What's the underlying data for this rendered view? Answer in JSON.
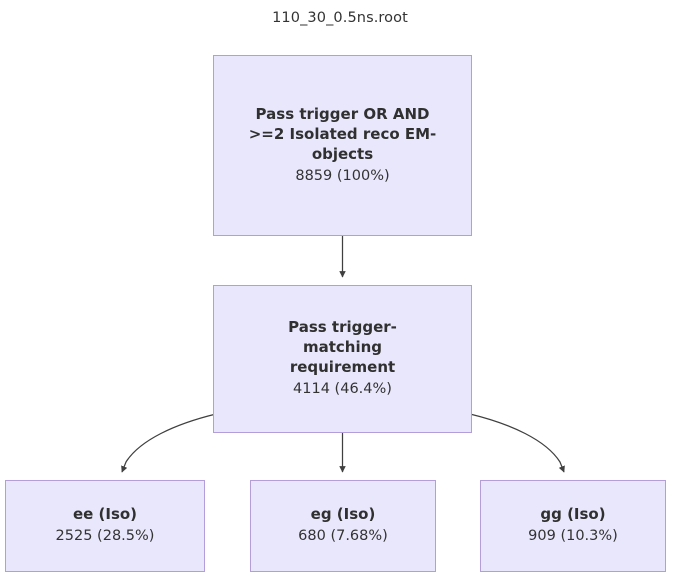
{
  "title": "110_30_0.5ns.root",
  "theme": {
    "node_fill": "#e9e7fb",
    "node_border": "#b39ddb",
    "edge_color": "#3f3f3f",
    "text_color": "#303030",
    "background": "#ffffff"
  },
  "nodes": [
    {
      "id": "root",
      "label": "Pass trigger OR AND >=2 Isolated reco EM-objects",
      "count": "8859 (100%)",
      "value": 8859,
      "percent": "100%"
    },
    {
      "id": "match",
      "label": "Pass trigger-matching requirement",
      "count": "4114 (46.4%)",
      "value": 4114,
      "percent": "46.4%"
    },
    {
      "id": "ee",
      "label": "ee (Iso)",
      "count": "2525 (28.5%)",
      "value": 2525,
      "percent": "28.5%"
    },
    {
      "id": "eg",
      "label": "eg (Iso)",
      "count": "680 (7.68%)",
      "value": 680,
      "percent": "7.68%"
    },
    {
      "id": "gg",
      "label": "gg (Iso)",
      "count": "909 (10.3%)",
      "value": 909,
      "percent": "10.3%"
    }
  ],
  "edges": [
    {
      "from": "root",
      "to": "match",
      "shape": "straight-down"
    },
    {
      "from": "match",
      "to": "ee",
      "shape": "curve-left"
    },
    {
      "from": "match",
      "to": "eg",
      "shape": "straight-down"
    },
    {
      "from": "match",
      "to": "gg",
      "shape": "curve-right"
    }
  ]
}
